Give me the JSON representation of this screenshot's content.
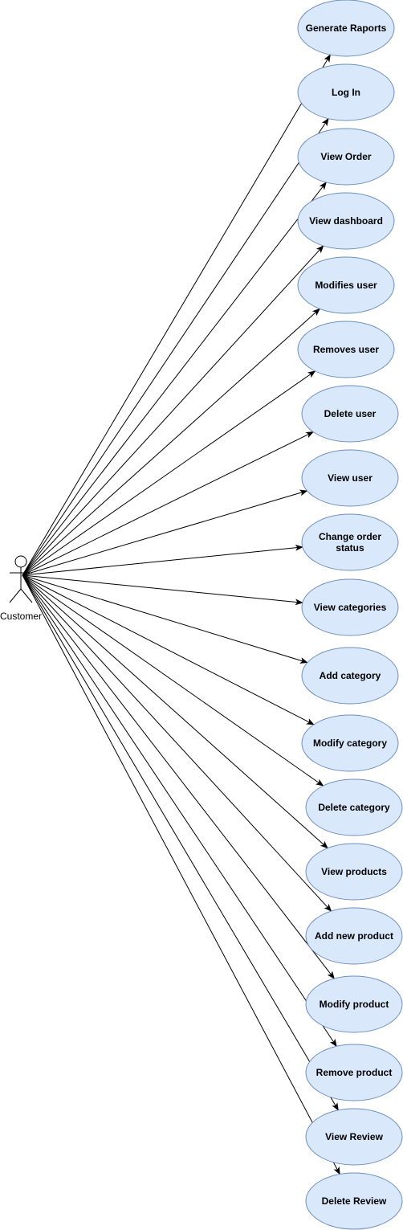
{
  "diagram": {
    "type": "use-case",
    "actor": {
      "name": "Customer"
    },
    "colors": {
      "usecase_fill": "#dae8fc",
      "usecase_stroke": "#6c8ebf",
      "line": "#000000"
    },
    "use_cases": [
      {
        "label": "Generate Raports"
      },
      {
        "label": "Log In"
      },
      {
        "label": "View Order"
      },
      {
        "label": "View dashboard"
      },
      {
        "label": "Modifies user"
      },
      {
        "label": "Removes user"
      },
      {
        "label": "Delete user"
      },
      {
        "label": "View user"
      },
      {
        "label": "Change order status"
      },
      {
        "label": "View categories"
      },
      {
        "label": "Add category"
      },
      {
        "label": "Modify category"
      },
      {
        "label": "Delete category"
      },
      {
        "label": "View products"
      },
      {
        "label": "Add new product"
      },
      {
        "label": "Modify product"
      },
      {
        "label": "Remove product"
      },
      {
        "label": "View Review"
      },
      {
        "label": "Delete Review"
      }
    ]
  }
}
